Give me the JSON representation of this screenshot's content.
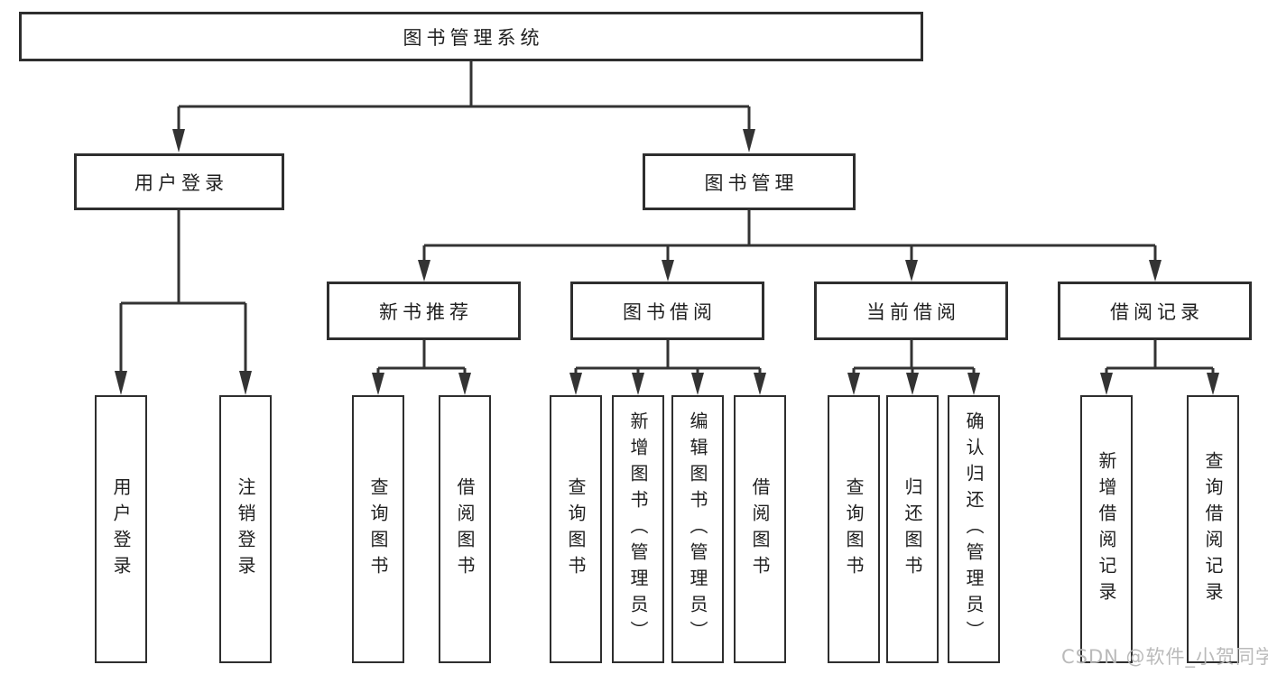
{
  "diagram": {
    "title": "图书管理系统",
    "children": [
      {
        "label": "用户登录",
        "children": [
          {
            "label": "用户登录"
          },
          {
            "label": "注销登录"
          }
        ]
      },
      {
        "label": "图书管理",
        "children": [
          {
            "label": "新书推荐",
            "children": [
              {
                "label": "查询图书"
              },
              {
                "label": "借阅图书"
              }
            ]
          },
          {
            "label": "图书借阅",
            "children": [
              {
                "label": "查询图书"
              },
              {
                "label": "新增图书（管理员）"
              },
              {
                "label": "编辑图书（管理员）"
              },
              {
                "label": "借阅图书"
              }
            ]
          },
          {
            "label": "当前借阅",
            "children": [
              {
                "label": "查询图书"
              },
              {
                "label": "归还图书"
              },
              {
                "label": "确认归还（管理员）"
              }
            ]
          },
          {
            "label": "借阅记录",
            "children": [
              {
                "label": "新增借阅记录"
              },
              {
                "label": "查询借阅记录"
              }
            ]
          }
        ]
      }
    ]
  },
  "watermark": "CSDN @软件_小贺同学",
  "colors": {
    "background": "#ffffff",
    "box_border": "#2e2e2e",
    "line": "#333333",
    "text": "#1f1f1f",
    "watermark": "#b6b6b6"
  }
}
